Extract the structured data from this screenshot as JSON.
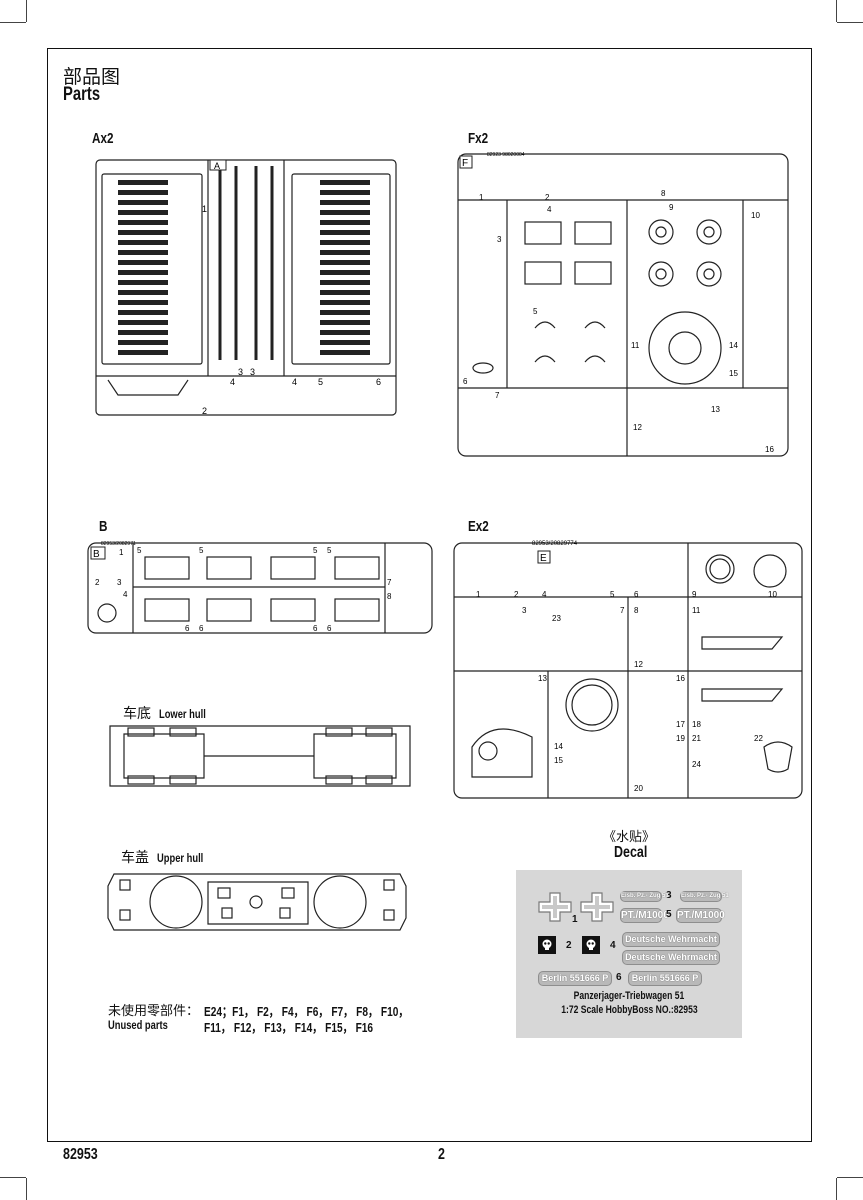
{
  "header": {
    "title_cn": "部品图",
    "title_en": "Parts"
  },
  "sprues": {
    "A": {
      "title": "Ax2",
      "letter": "A",
      "numbers": [
        "1",
        "2",
        "3",
        "3",
        "4",
        "4",
        "5",
        "6"
      ]
    },
    "F": {
      "title": "Fx2",
      "letter": "F",
      "code": "82923 98020004",
      "numbers": [
        "1",
        "2",
        "3",
        "4",
        "5",
        "6",
        "7",
        "8",
        "9",
        "10",
        "11",
        "12",
        "13",
        "14",
        "15",
        "16"
      ]
    },
    "B": {
      "title": "B",
      "letter": "B",
      "code": "82953/2082971",
      "numbers": [
        "1",
        "2",
        "3",
        "4",
        "5",
        "5",
        "5",
        "5",
        "6",
        "6",
        "6",
        "6",
        "7",
        "8"
      ]
    },
    "E": {
      "title": "Ex2",
      "letter": "E",
      "code": "82953/20829774",
      "numbers": [
        "1",
        "2",
        "3",
        "4",
        "5",
        "6",
        "7",
        "8",
        "9",
        "10",
        "11",
        "12",
        "13",
        "14",
        "15",
        "16",
        "17",
        "18",
        "19",
        "20",
        "21",
        "22",
        "23",
        "24"
      ]
    }
  },
  "hull": {
    "lower": {
      "cn": "车底",
      "en": "Lower hull"
    },
    "upper": {
      "cn": "车盖",
      "en": "Upper hull"
    }
  },
  "unused": {
    "label_cn": "未使用零部件：",
    "label_en": "Unused parts",
    "line1": "E24；F1， F2， F4， F6， F7， F8， F10，",
    "line2": "F11， F12， F13， F14， F15， F16"
  },
  "decal": {
    "title_cn": "《水贴》",
    "title_en": "Decal",
    "num1": "1",
    "num2": "2",
    "num3": "3",
    "num4": "4",
    "num5": "5",
    "num6": "6",
    "small_tag": "Eisb. Pz.- Zug 51",
    "pt": "PT./M1000",
    "wehrmacht": "Deutsche Wehrmacht",
    "berlin": "Berlin 551666 P",
    "footer1": "Panzerjager-Triebwagen 51",
    "footer2": "1:72 Scale  HobbyBoss  NO.:82953"
  },
  "footer": {
    "code": "82953",
    "page": "2"
  }
}
